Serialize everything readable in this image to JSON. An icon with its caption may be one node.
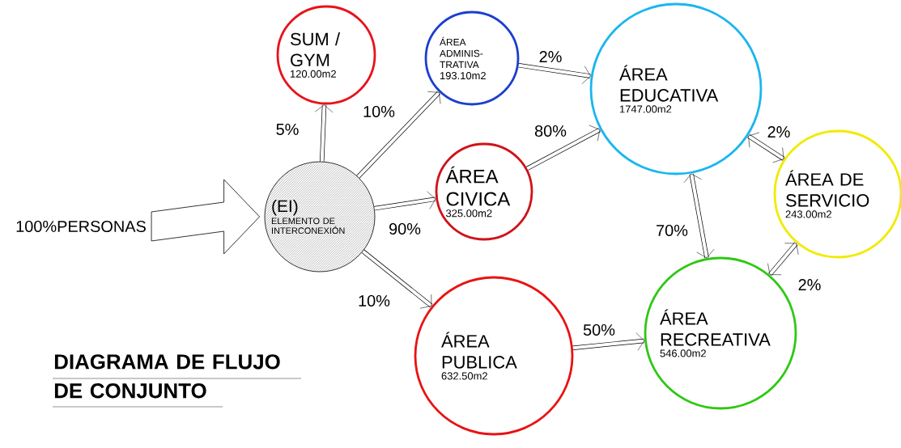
{
  "diagram": {
    "title": "DIAGRAMA DE FLUJO DE CONJUNTO",
    "nodes": [
      {
        "text": [
          "100%PERSONAS"
        ]
      },
      {
        "text": [
          "SUM / GYM",
          "120.00m2"
        ]
      },
      {
        "text": [
          "ÁREA ADMINIS- TRATIVA",
          "193.10m2"
        ]
      },
      {
        "text": [
          "(EI)",
          "ELEMENTO DE INTERCONEXIÓN"
        ]
      },
      {
        "text": [
          "ÁREA CIVICA",
          "325.00m2"
        ]
      },
      {
        "text": [
          "ÁREA EDUCATIVA",
          "1747.00m2"
        ]
      },
      {
        "text": [
          "ÁREA DE SERVICIO",
          "243.00m2"
        ]
      },
      {
        "text": [
          "ÁREA PUBLICA",
          "632.50m2"
        ]
      },
      {
        "text": [
          "ÁREA RECREATIVA",
          "546.00m2"
        ]
      }
    ],
    "edges": [
      {
        "from": 0,
        "to": 3,
        "arrow": "to",
        "style": "thick"
      },
      {
        "from": 3,
        "to": 1,
        "arrow": "to",
        "label": "5%"
      },
      {
        "from": 3,
        "to": 2,
        "arrow": "to",
        "label": "10%"
      },
      {
        "from": 3,
        "to": 4,
        "arrow": "to",
        "label": "90%"
      },
      {
        "from": 3,
        "to": 7,
        "arrow": "to",
        "label": "10%"
      },
      {
        "from": 2,
        "to": 5,
        "arrow": "to",
        "label": "2%"
      },
      {
        "from": 4,
        "to": 5,
        "arrow": "to",
        "label": "80%"
      },
      {
        "from": 5,
        "to": 6,
        "arrow": "both",
        "label": "2%"
      },
      {
        "from": 5,
        "to": 8,
        "arrow": "both",
        "label": "70%"
      },
      {
        "from": 6,
        "to": 8,
        "arrow": "both",
        "label": "2%"
      },
      {
        "from": 7,
        "to": 8,
        "arrow": "to",
        "label": "50%"
      }
    ]
  }
}
